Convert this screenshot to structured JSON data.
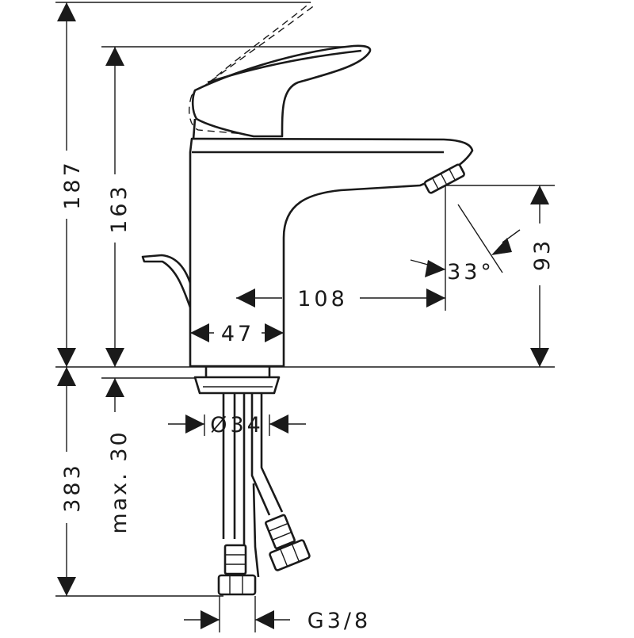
{
  "dimensions": {
    "total_height": "187",
    "spout_height": "163",
    "below_deck": "383",
    "max_thickness": "max. 30",
    "body_width": "47",
    "projection": "108",
    "spray_angle": "33°",
    "outlet_height": "93",
    "shank_diameter": "Ø34",
    "connection": "G3/8"
  }
}
